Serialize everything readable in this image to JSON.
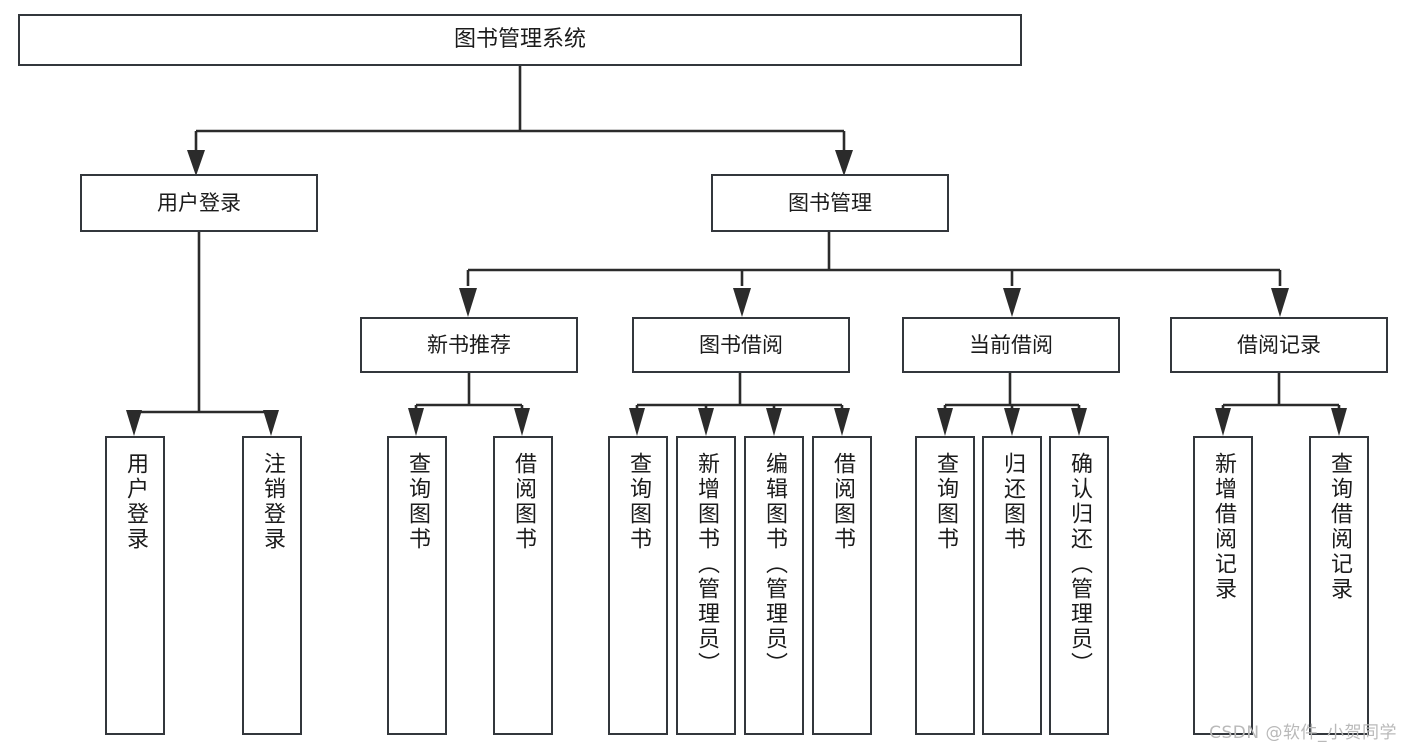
{
  "diagram": {
    "title": "图书管理系统",
    "watermark": "CSDN @软件_小贺同学",
    "levels": {
      "root": {
        "label": "图书管理系统"
      },
      "level1": [
        {
          "label": "用户登录"
        },
        {
          "label": "图书管理"
        }
      ],
      "level2": [
        {
          "label": "新书推荐"
        },
        {
          "label": "图书借阅"
        },
        {
          "label": "当前借阅"
        },
        {
          "label": "借阅记录"
        }
      ],
      "leaves_user_login": [
        {
          "label": "用户登录"
        },
        {
          "label": "注销登录"
        }
      ],
      "leaves_new_book": [
        {
          "label": "查询图书"
        },
        {
          "label": "借阅图书"
        }
      ],
      "leaves_borrow": [
        {
          "label": "查询图书"
        },
        {
          "label": "新增图书（管理员）"
        },
        {
          "label": "编辑图书（管理员）"
        },
        {
          "label": "借阅图书"
        }
      ],
      "leaves_current": [
        {
          "label": "查询图书"
        },
        {
          "label": "归还图书"
        },
        {
          "label": "确认归还（管理员）"
        }
      ],
      "leaves_records": [
        {
          "label": "新增借阅记录"
        },
        {
          "label": "查询借阅记录"
        }
      ]
    },
    "colors": {
      "box_border": "#33373c",
      "connector": "#2b2b2b",
      "background": "#ffffff",
      "text": "#1b1b1b",
      "watermark": "#b9b9b9"
    }
  }
}
